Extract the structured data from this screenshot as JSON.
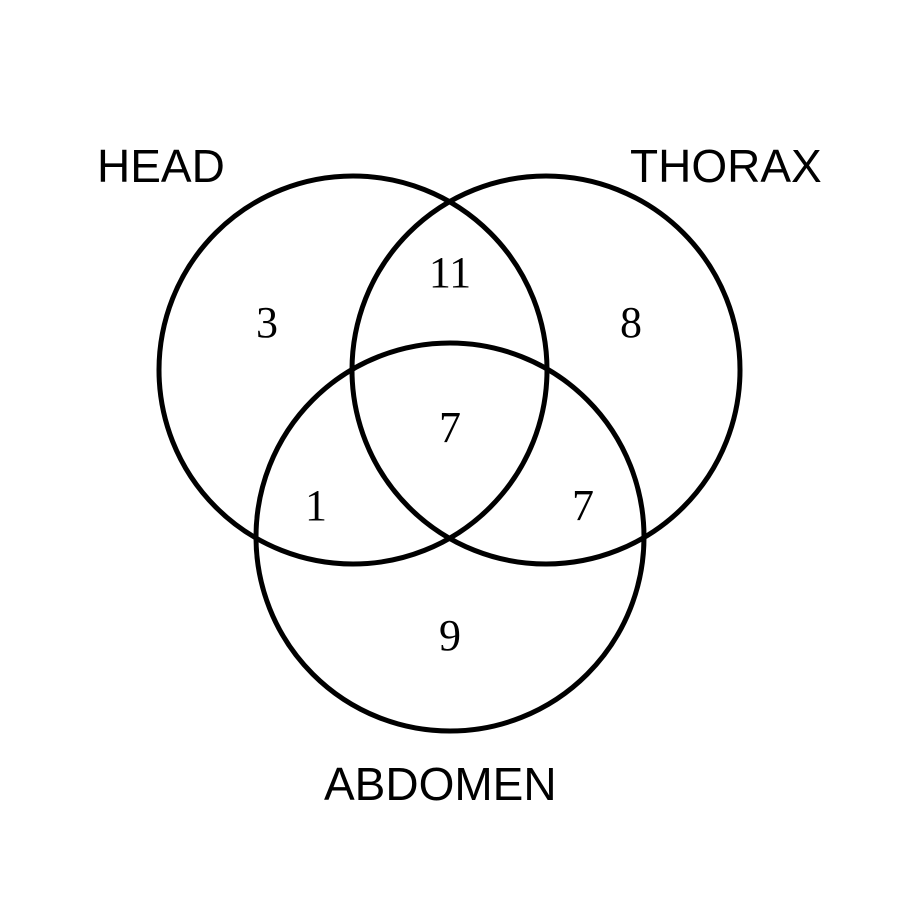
{
  "diagram": {
    "type": "venn-3",
    "stroke_color": "#000000",
    "background": "#ffffff",
    "sets": [
      {
        "key": "head",
        "label": "HEAD"
      },
      {
        "key": "thorax",
        "label": "THORAX"
      },
      {
        "key": "abdomen",
        "label": "ABDOMEN"
      }
    ],
    "regions": {
      "head_only": "3",
      "thorax_only": "8",
      "abdomen_only": "9",
      "head_thorax": "11",
      "head_abdomen": "1",
      "thorax_abdomen": "7",
      "all_three": "7"
    }
  }
}
